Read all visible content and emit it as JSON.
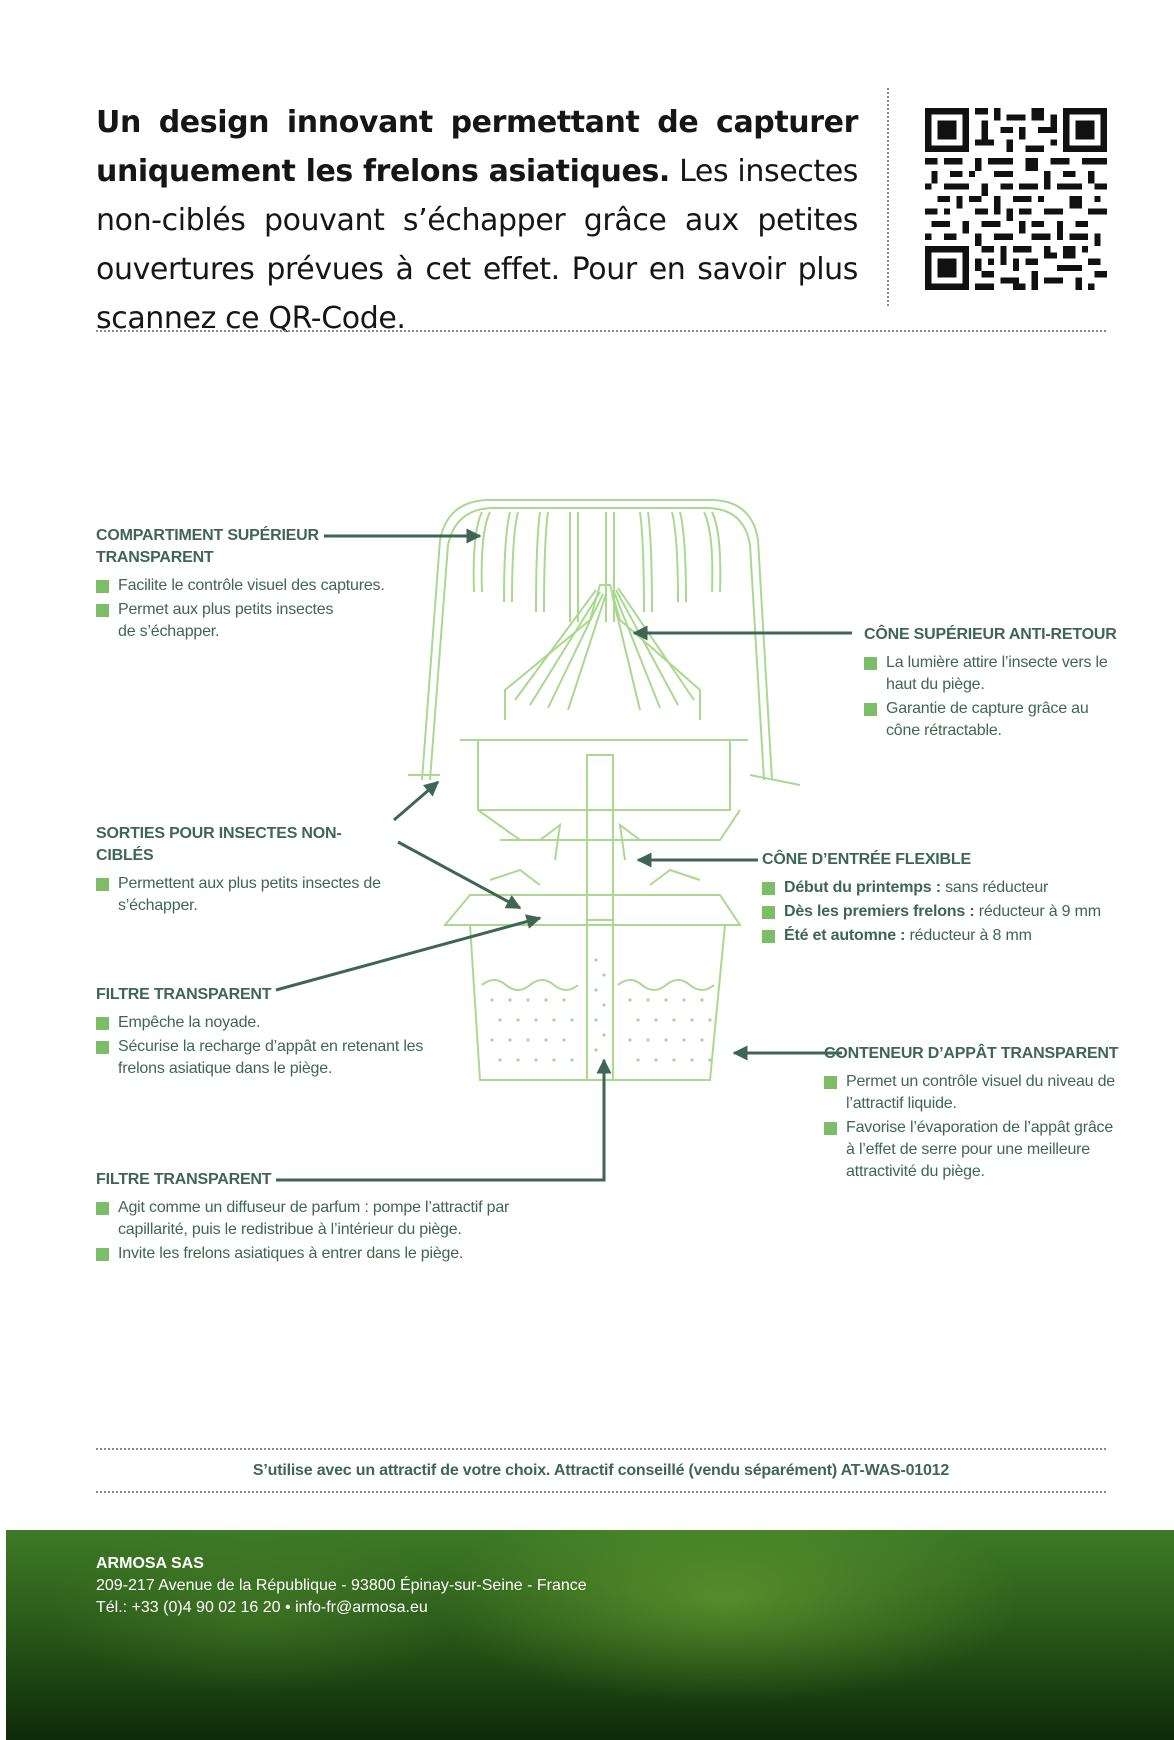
{
  "intro": {
    "bold": "Un design innovant permettant de capturer uniquement les frelons asiatiques.",
    "text": " Les insectes non-ciblés pouvant s’échapper grâce aux petites ouvertures prévues à cet effet. Pour en savoir plus scannez ce QR-Code."
  },
  "callouts": {
    "upper_compartment": {
      "title": "COMPARTIMENT SUPÉRIEUR TRANSPARENT",
      "items": [
        "Facilite le contrôle visuel des captures.",
        "Permet aux plus petits insectes de s’échapper."
      ]
    },
    "upper_cone": {
      "title": "CÔNE SUPÉRIEUR ANTI-RETOUR",
      "items": [
        "La lumière attire l’insecte vers le haut du piège.",
        "Garantie de capture grâce au cône rétractable."
      ]
    },
    "exits": {
      "title": "SORTIES POUR INSECTES NON-CIBLÉS",
      "items": [
        "Permettent aux plus petits insectes de s’échapper."
      ]
    },
    "entry_cone": {
      "title": "CÔNE D’ENTRÉE FLEXIBLE",
      "items": [
        {
          "bold": "Début du printemps :",
          "text": " sans réducteur"
        },
        {
          "bold": "Dès les premiers frelons :",
          "text": " réducteur à 9 mm"
        },
        {
          "bold": "Été et automne :",
          "text": " réducteur à 8 mm"
        }
      ]
    },
    "filter1": {
      "title": "FILTRE TRANSPARENT",
      "items": [
        "Empêche la noyade.",
        "Sécurise la recharge d’appât en retenant les frelons asiatique dans le piège."
      ]
    },
    "bait_container": {
      "title": "CONTENEUR D’APPÂT TRANSPARENT",
      "items": [
        "Permet un contrôle visuel du niveau de l’attractif liquide.",
        "Favorise l’évaporation de l’appât grâce à l’effet de serre pour une meilleure attractivité du piège."
      ]
    },
    "filter2": {
      "title": "FILTRE TRANSPARENT",
      "items": [
        "Agit comme un diffuseur de parfum : pompe l’attractif par capillarité, puis le redistribue à l’intérieur du piège.",
        "Invite les frelons asiatiques à entrer dans le piège."
      ]
    }
  },
  "footer_note": "S’utilise avec un attractif de votre choix. Attractif conseillé (vendu séparément) AT-WAS-01012",
  "company": {
    "name": "ARMOSA SAS",
    "address": "209-217 Avenue de la République - 93800 Épinay-sur-Seine - France",
    "contact": "Tél.: +33 (0)4 90 02 16 20 • info-fr@armosa.eu"
  },
  "colors": {
    "label_green": "#3f6654",
    "bullet_green": "#7ebd67",
    "line_green": "#a9d98f",
    "arrow_green": "#3f6654"
  }
}
